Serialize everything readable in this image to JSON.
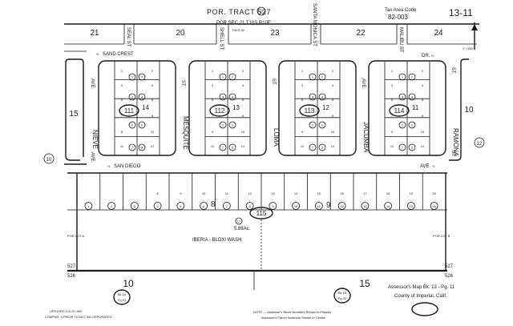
{
  "header": {
    "title": "POR. TRACT 527",
    "subtitle": "POR SEC 21 T10S R10E",
    "fm": "FM 3-32",
    "circle_ref": "07",
    "tax_area_label": "Tax Area Code",
    "tax_area_code": "82-003",
    "page_ref": "13-11"
  },
  "scale_note": "1\"=100'",
  "top_blocks": [
    "21",
    "20",
    "23",
    "22",
    "24"
  ],
  "north_streets": [
    "SEAL ST",
    "SHELL ST",
    "SANTA MONICA ST",
    "MALIBU ST"
  ],
  "streets": {
    "sand_crest": "SAND CREST",
    "dr": "DR.",
    "san_diego": "SAN DIEGO",
    "ave": "AVE.",
    "nieve": "NIEVE",
    "mesquite": "MESQUITE",
    "loma": "LOMA",
    "jacumba": "JACUMBA",
    "ramona": "RAMONA",
    "st": "ST.",
    "half": "½"
  },
  "side_blocks": {
    "left": "15",
    "right": "10",
    "left_circle": "10",
    "right_circle": "12"
  },
  "map_blocks": [
    {
      "id": "111",
      "block": "14"
    },
    {
      "id": "112",
      "block": "13"
    },
    {
      "id": "113",
      "block": "12"
    },
    {
      "id": "114",
      "block": "11"
    }
  ],
  "parcel_circles": [
    "1",
    "2",
    "3",
    "4",
    "5"
  ],
  "lot_numbers": [
    "1",
    "2",
    "3",
    "4",
    "5",
    "6",
    "7",
    "8",
    "9",
    "10",
    "11",
    "12",
    "13",
    "14",
    "15",
    "16",
    "17",
    "18",
    "19",
    "20"
  ],
  "south_strip": {
    "lot_numbers": [
      "8",
      "9",
      "10",
      "11",
      "12",
      "13",
      "14",
      "15",
      "16",
      "17",
      "18",
      "19",
      "20"
    ],
    "circle_parcels": [
      "1",
      "2",
      "3",
      "4",
      "5",
      "6",
      "7",
      "8",
      "9",
      "10",
      "11",
      "12",
      "13",
      "14",
      "15",
      "16"
    ],
    "lot_label_left": "8",
    "lot_label_right": "9",
    "parcel_book": "115",
    "parcel_17": "17",
    "acreage": "5.86Ac.",
    "wash_label": "IBERIA - BLDXI WASH",
    "por_lot_a": "POR LOT A",
    "por_lot_b": "POR LOT B"
  },
  "tract_lines": {
    "north": "527",
    "south": "526"
  },
  "bottom_blocks": {
    "left": "10",
    "right": "15"
  },
  "book_refs": [
    {
      "bk": "Bk 16",
      "pg": "Pg 01"
    },
    {
      "bk": "Bk 16",
      "pg": "Pg 02"
    }
  ],
  "footer": {
    "assessor": "Assessor's Map Bk. 13 - Pg. 11",
    "county": "County of Imperial, Calif.",
    "updated": "UPDATED 3-5-70 JMS",
    "compiled": "COMPAR. 3 PRIOR TO MLT INCORPORATED",
    "note1": "NOTE — Assessor's Block Numbers Shown in Ellipses",
    "note2": "Assessor's Parcel Numbers Shown in Circles"
  }
}
